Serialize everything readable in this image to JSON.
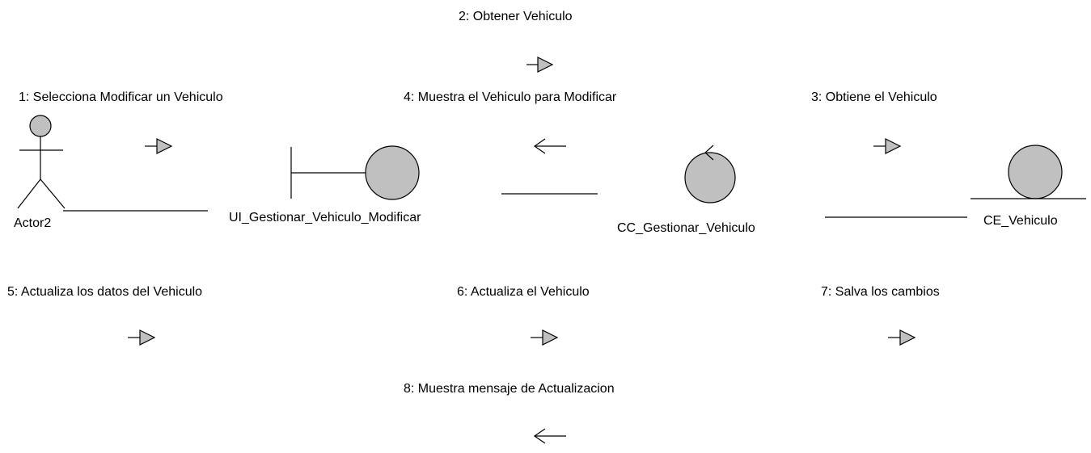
{
  "diagram": {
    "type": "UML collaboration diagram",
    "objects": {
      "actor": {
        "name": "Actor2",
        "kind": "actor"
      },
      "boundary": {
        "name": "UI_Gestionar_Vehiculo_Modificar",
        "kind": "boundary"
      },
      "control": {
        "name": "CC_Gestionar_Vehiculo",
        "kind": "control"
      },
      "entity": {
        "name": "CE_Vehiculo",
        "kind": "entity"
      }
    },
    "messages": {
      "m1": "1: Selecciona Modificar un Vehiculo",
      "m2": "2: Obtener Vehiculo",
      "m3": "3: Obtiene el Vehiculo",
      "m4": "4: Muestra el Vehiculo para Modificar",
      "m5": "5: Actualiza los datos del Vehiculo",
      "m6": "6: Actualiza el Vehiculo",
      "m7": "7: Salva los cambios",
      "m8": "8: Muestra mensaje de Actualizacion"
    },
    "colors": {
      "fill": "#c0c0c0",
      "stroke": "#000000",
      "background": "#ffffff"
    }
  }
}
